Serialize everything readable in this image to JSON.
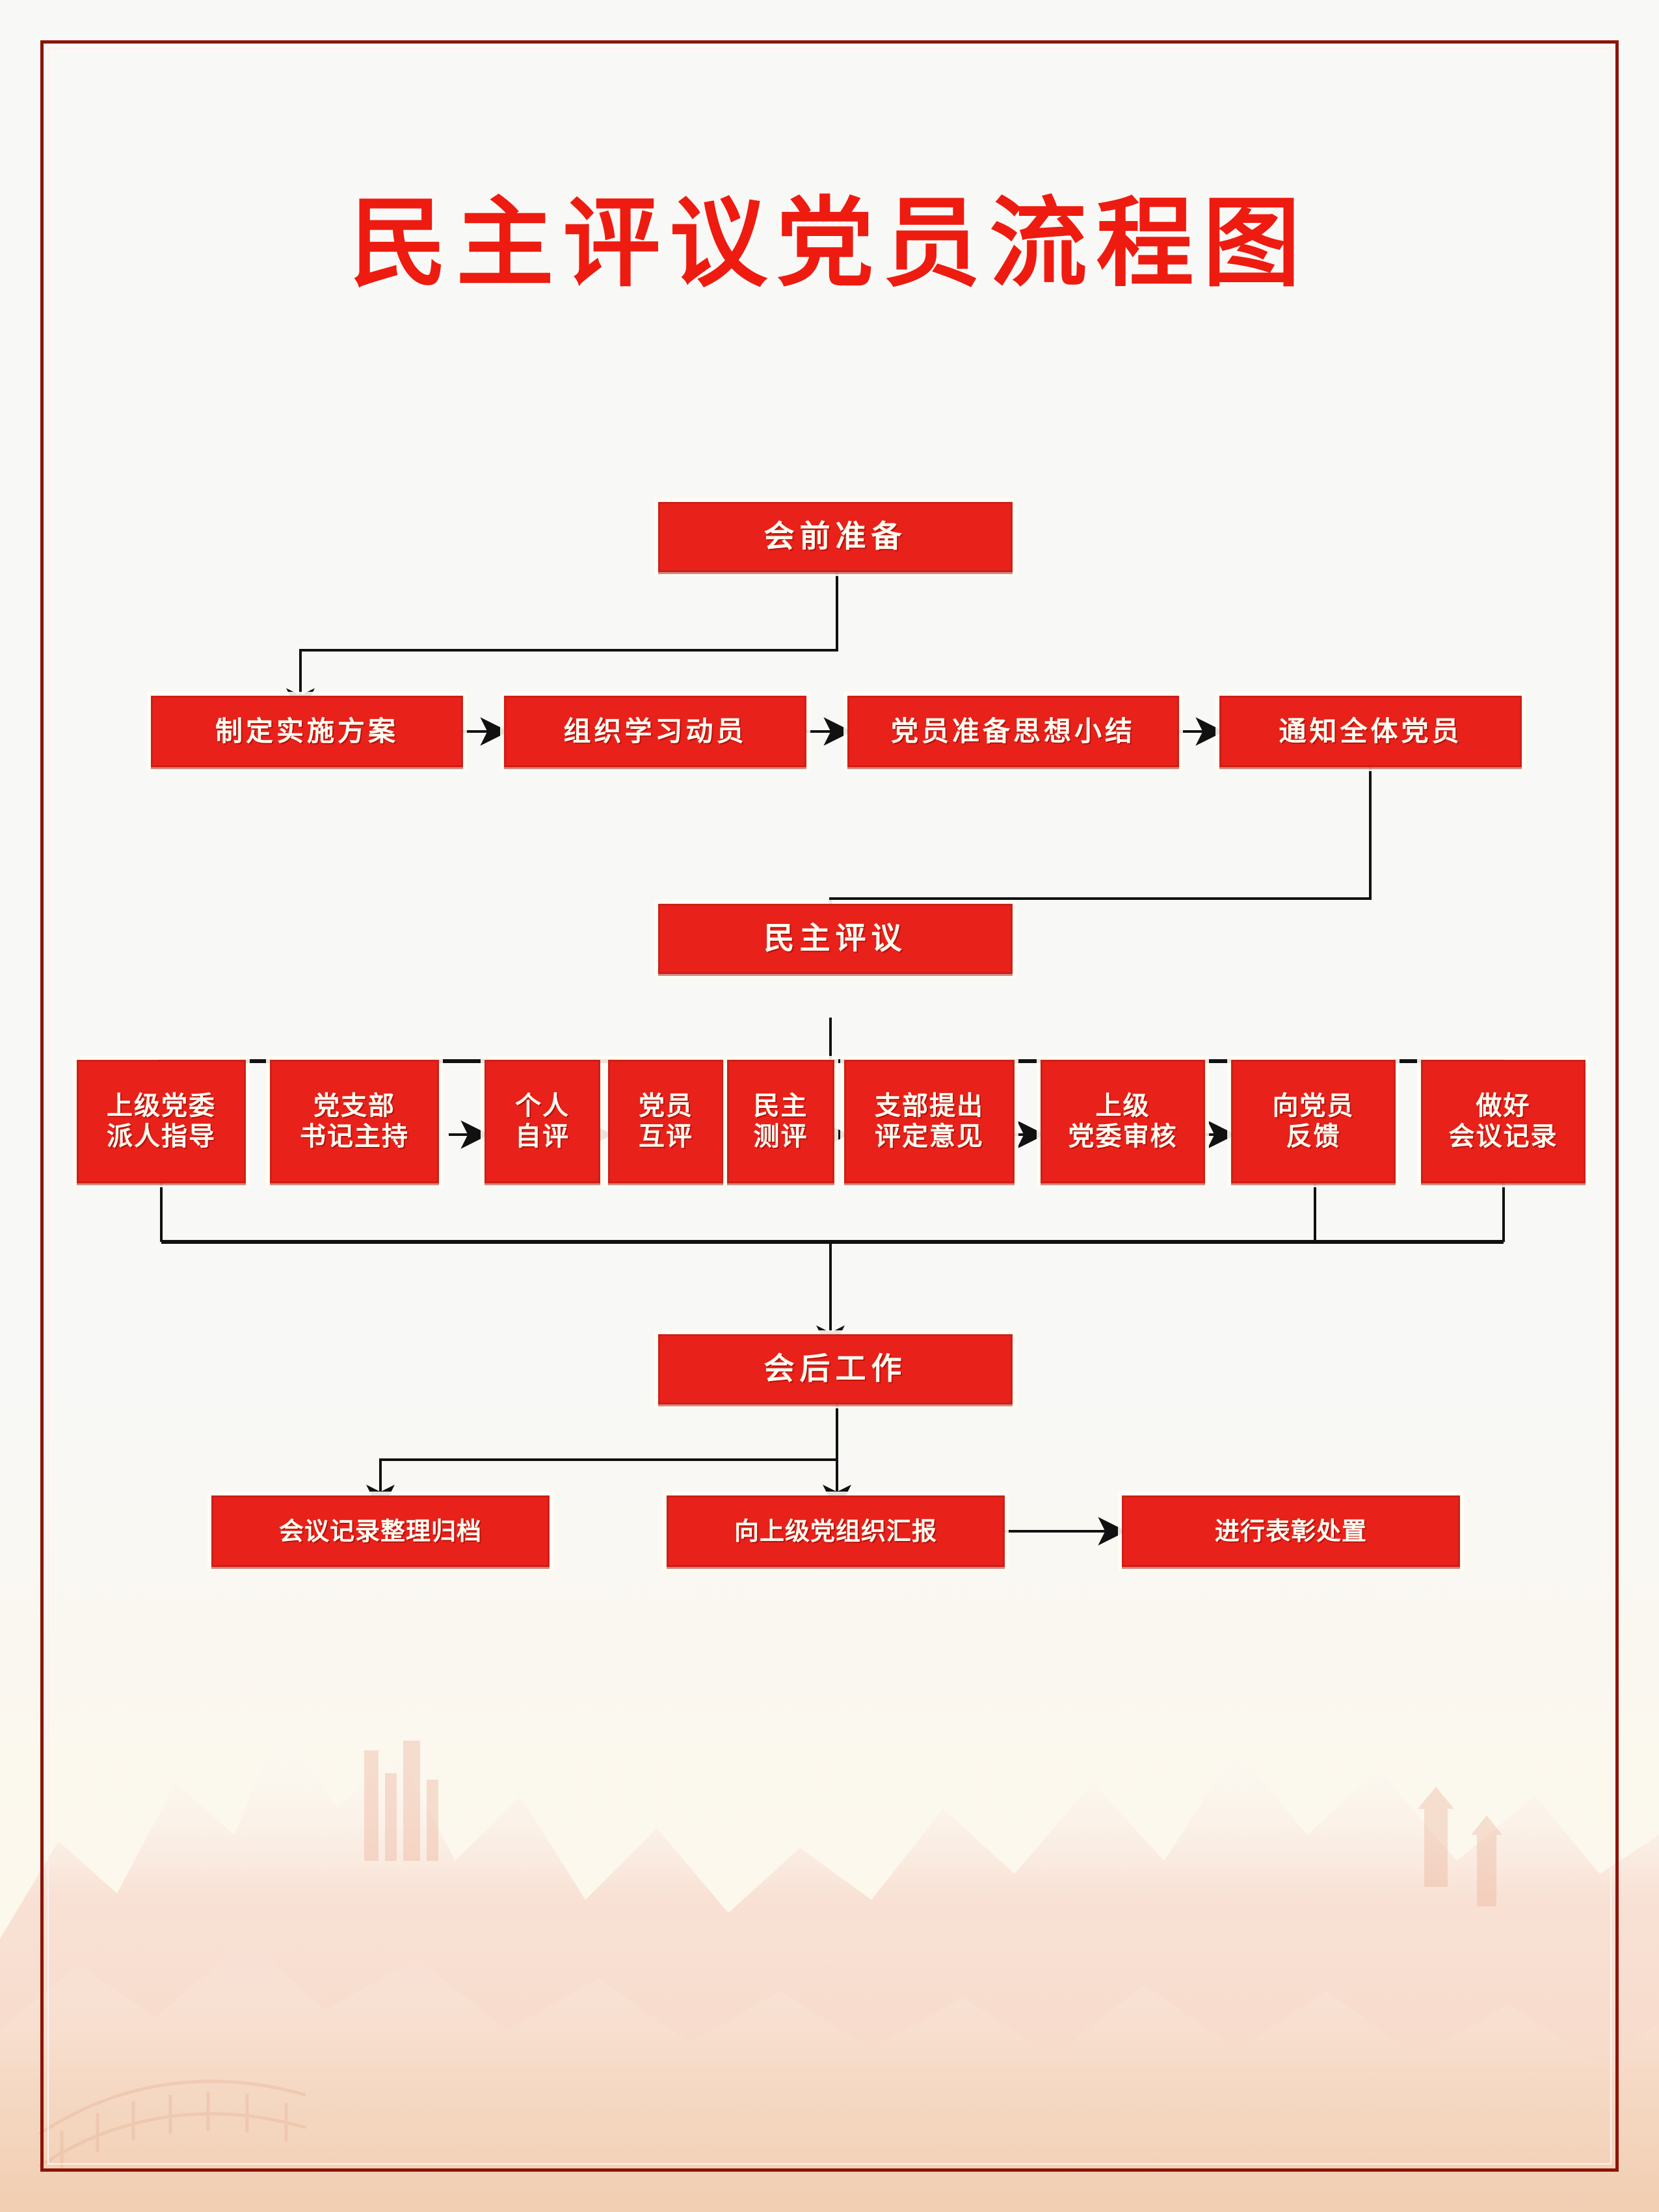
{
  "poster": {
    "title": "民主评议党员流程图",
    "accent_red": "#e8211a",
    "title_red": "#ee1b10",
    "frame_color": "#8d1408",
    "background": "#f7f7f5"
  },
  "flow": {
    "stage1_header": "会前准备",
    "stage1_steps": [
      "制定实施方案",
      "组织学习动员",
      "党员准备思想小结",
      "通知全体党员"
    ],
    "stage2_header": "民主评议",
    "stage2_steps": [
      "上级党委\n派人指导",
      "党支部\n书记主持",
      "个人\n自评",
      "党员\n互评",
      "民主\n测评",
      "支部提出\n评定意见",
      "上级\n党委审核",
      "向党员\n反馈",
      "做好\n会议记录"
    ],
    "stage3_header": "会后工作",
    "stage3_steps": [
      "会议记录整理归档",
      "向上级党组织汇报",
      "进行表彰处置"
    ]
  }
}
